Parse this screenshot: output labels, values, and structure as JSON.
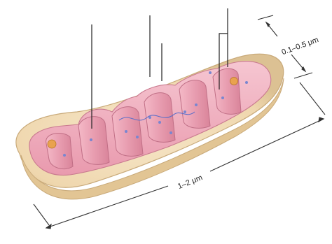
{
  "diagram": {
    "dimension_width_label": "0.1–0.5 μm",
    "dimension_length_label": "1–2 μm",
    "label_lines": [
      "leader-line-1",
      "leader-line-2",
      "leader-line-3",
      "leader-line-4",
      "leader-line-5"
    ],
    "colors": {
      "outer_membrane": "#f0dcb6",
      "outer_membrane_edge": "#c9aa7a",
      "intermembrane_space": "#e8c99c",
      "inner_membrane": "#e9a0b1",
      "matrix": "#f2b6c4",
      "cristae_shadow": "#d9879c",
      "granule": "#e9a24e",
      "dot": "#7a86d0"
    }
  }
}
